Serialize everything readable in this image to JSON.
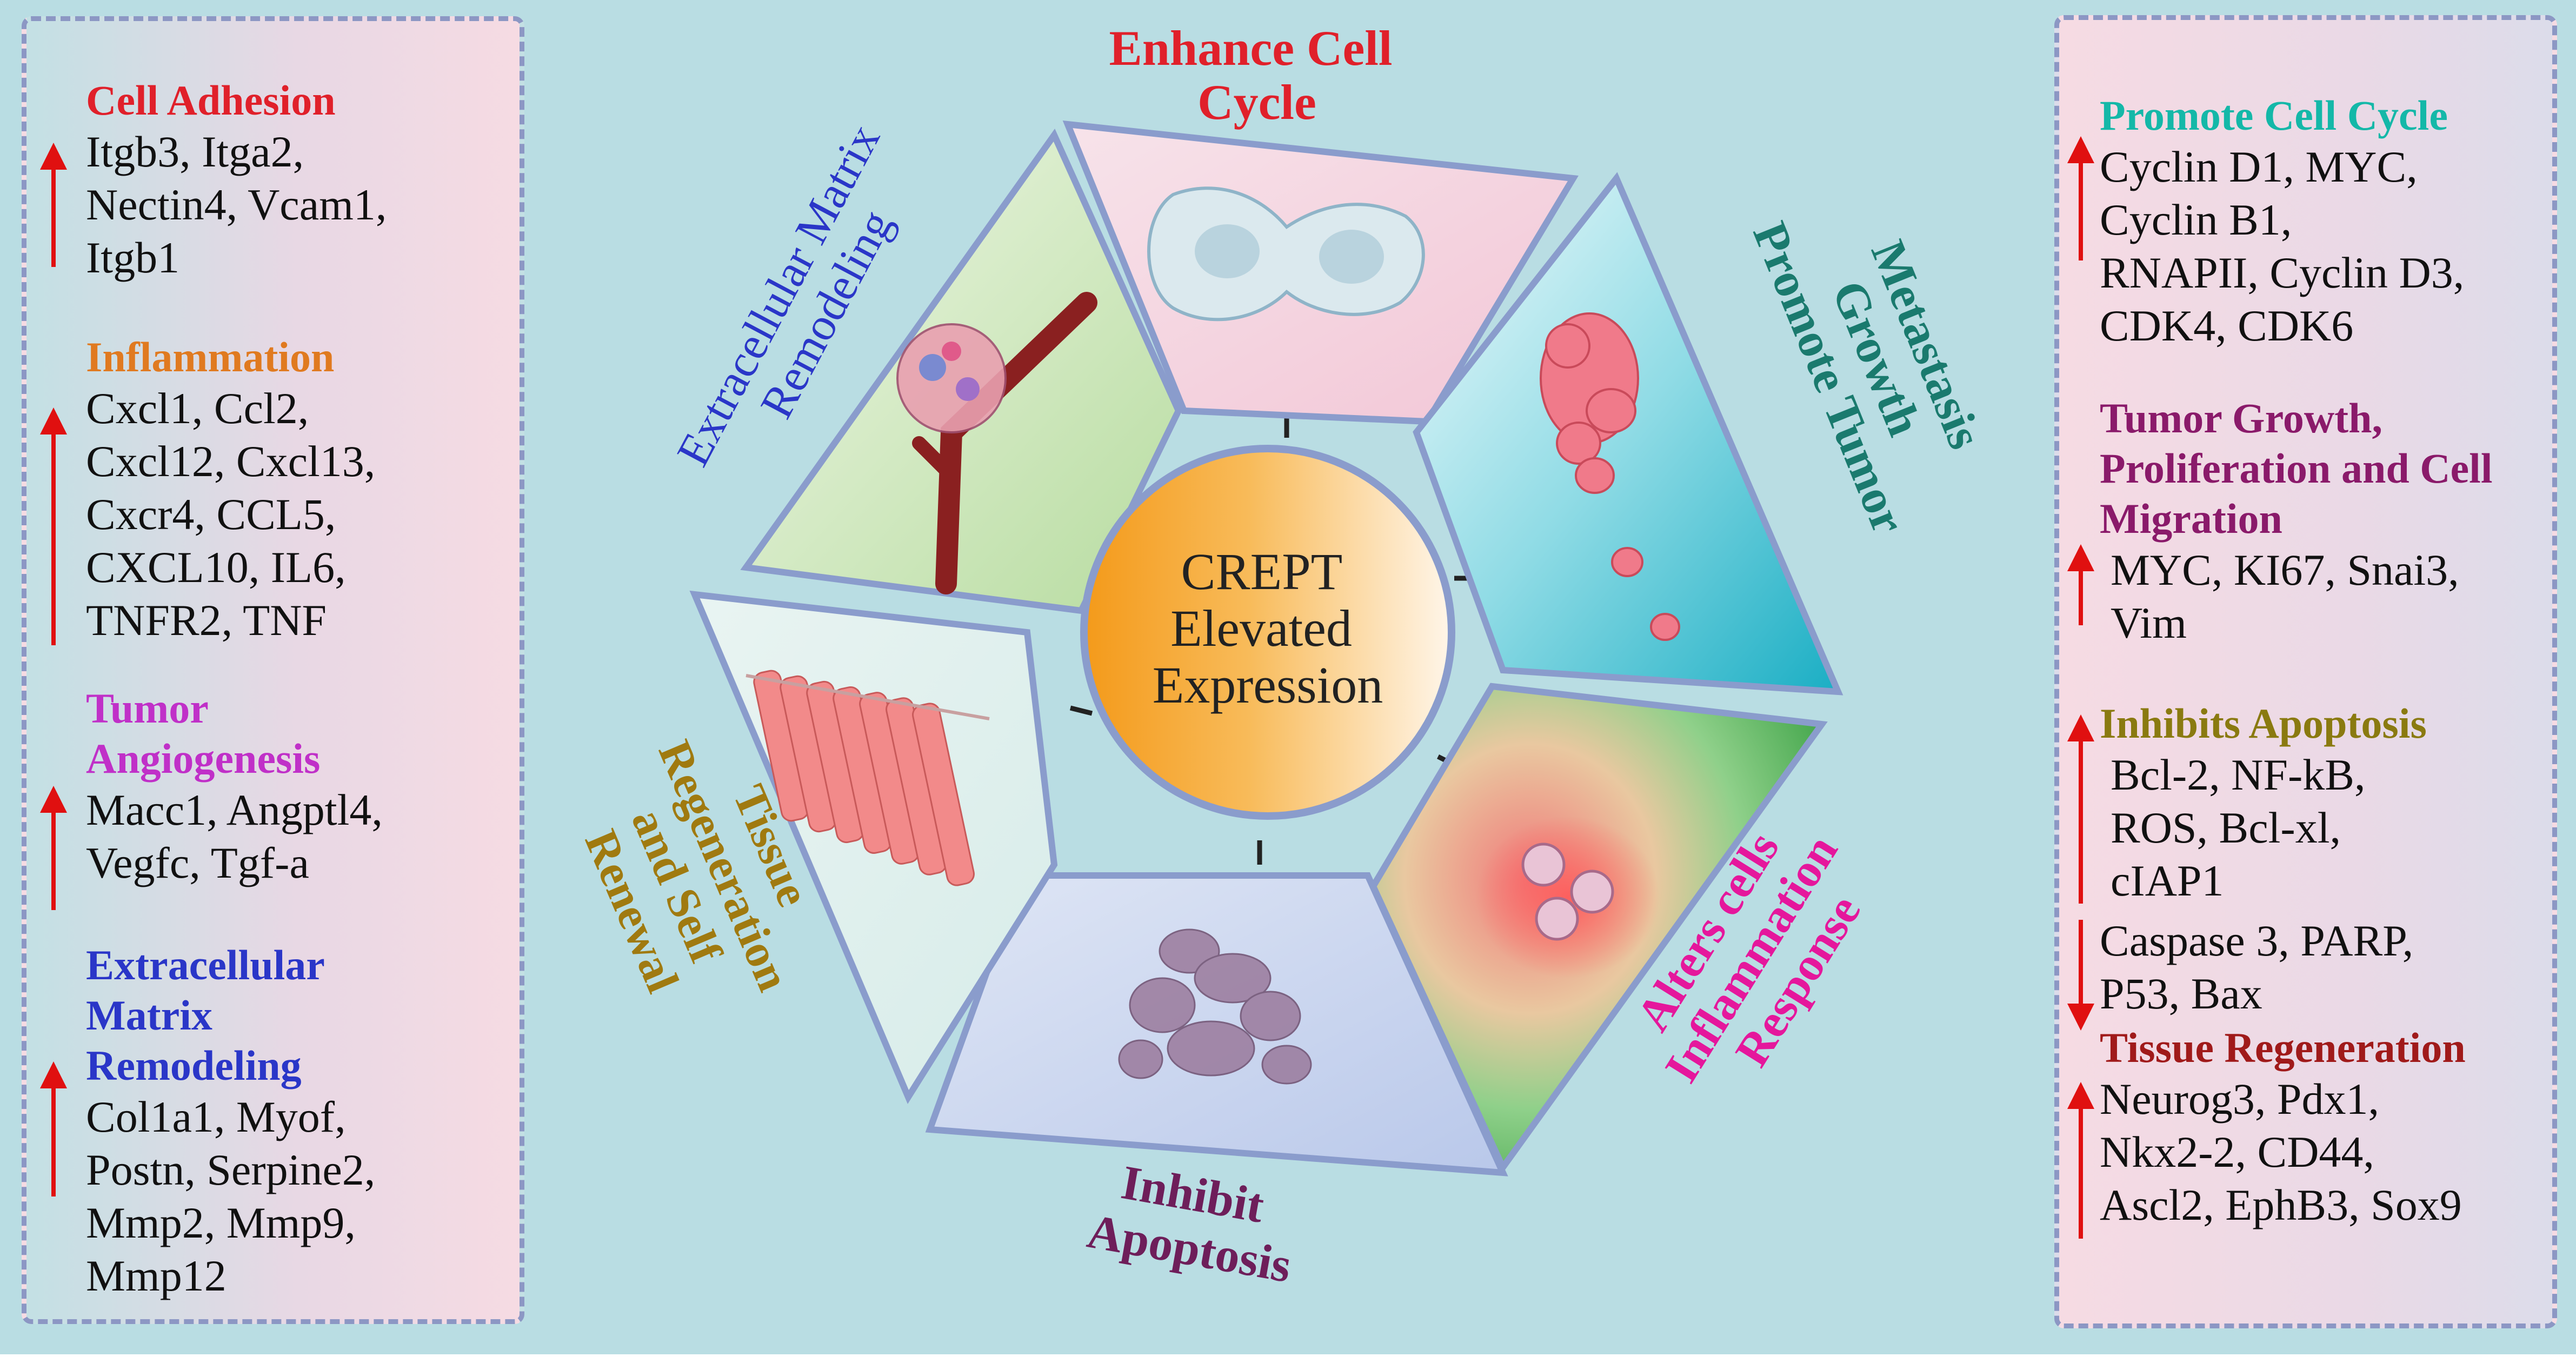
{
  "colors": {
    "background": "#b9dde3",
    "hexagon_border": "#8a9ccc",
    "up_arrow": "#e01010",
    "down_arrow": "#e01010"
  },
  "center": {
    "lines": [
      "CREPT",
      "Elevated",
      "Expression"
    ]
  },
  "segments": {
    "enhance_cell_cycle": {
      "lines": [
        "Enhance Cell",
        "Cycle"
      ],
      "color": "#e0202a"
    },
    "promote_tumor": {
      "lines": [
        "Promote Tumor",
        "Growth",
        "Metastasis"
      ],
      "color": "#1a7a6e"
    },
    "alters_inflammation": {
      "lines": [
        "Alters cells",
        "Inflammation",
        "Response"
      ],
      "color": "#e5179c"
    },
    "inhibit_apoptosis": {
      "lines": [
        "Inhibit",
        "Apoptosis"
      ],
      "color": "#6e1e5a"
    },
    "tissue_regeneration": {
      "lines": [
        "Tissue",
        "Regeneration",
        "and Self",
        "Renewal"
      ],
      "color": "#a07a10"
    },
    "ecm_remodeling": {
      "lines": [
        "Extracellular Matrix",
        "Remodeling"
      ],
      "color": "#2a36c8"
    }
  },
  "left_panel": {
    "sections": [
      {
        "title": "Cell Adhesion",
        "color": "#e0202a",
        "direction": "up",
        "body": "Itgb3, Itga2,\nNectin4, Vcam1,\nItgb1"
      },
      {
        "title": "Inflammation",
        "color": "#e07a20",
        "direction": "up",
        "body": "Cxcl1, Ccl2,\nCxcl12, Cxcl13,\nCxcr4, CCL5,\nCXCL10,  IL6,\nTNFR2, TNF"
      },
      {
        "title": "Tumor\nAngiogenesis",
        "color": "#c030c8",
        "direction": "up",
        "body": "Macc1, Angptl4,\nVegfc, Tgf-a"
      },
      {
        "title": "Extracellular\nMatrix\nRemodeling",
        "color": "#2a36c8",
        "direction": "up",
        "body": "Col1a1, Myof,\nPostn, Serpine2,\nMmp2, Mmp9,\nMmp12"
      }
    ]
  },
  "right_panel": {
    "sections": [
      {
        "title": "Promote Cell Cycle",
        "color": "#14b8a8",
        "direction": "up",
        "body": "Cyclin D1, MYC,\nCyclin B1,\nRNAPII, Cyclin D3,\nCDK4, CDK6"
      },
      {
        "title": "Tumor Growth,\nProliferation and Cell\nMigration",
        "color": "#8a1a6a",
        "direction": "up",
        "body": "MYC, KI67, Snai3,\nVim"
      },
      {
        "title": "Inhibits Apoptosis",
        "color": "#8a7a10",
        "direction": "up",
        "body": "Bcl-2, NF-kB,\nROS, Bcl-xl,\ncIAP1"
      },
      {
        "title": "",
        "color": "#111111",
        "direction": "down",
        "body": "Caspase 3, PARP,\nP53, Bax"
      },
      {
        "title": "Tissue Regeneration",
        "color": "#a01a1a",
        "direction": "up",
        "body": "Neurog3, Pdx1,\nNkx2-2, CD44,\nAscl2, EphB3, Sox9"
      }
    ]
  }
}
